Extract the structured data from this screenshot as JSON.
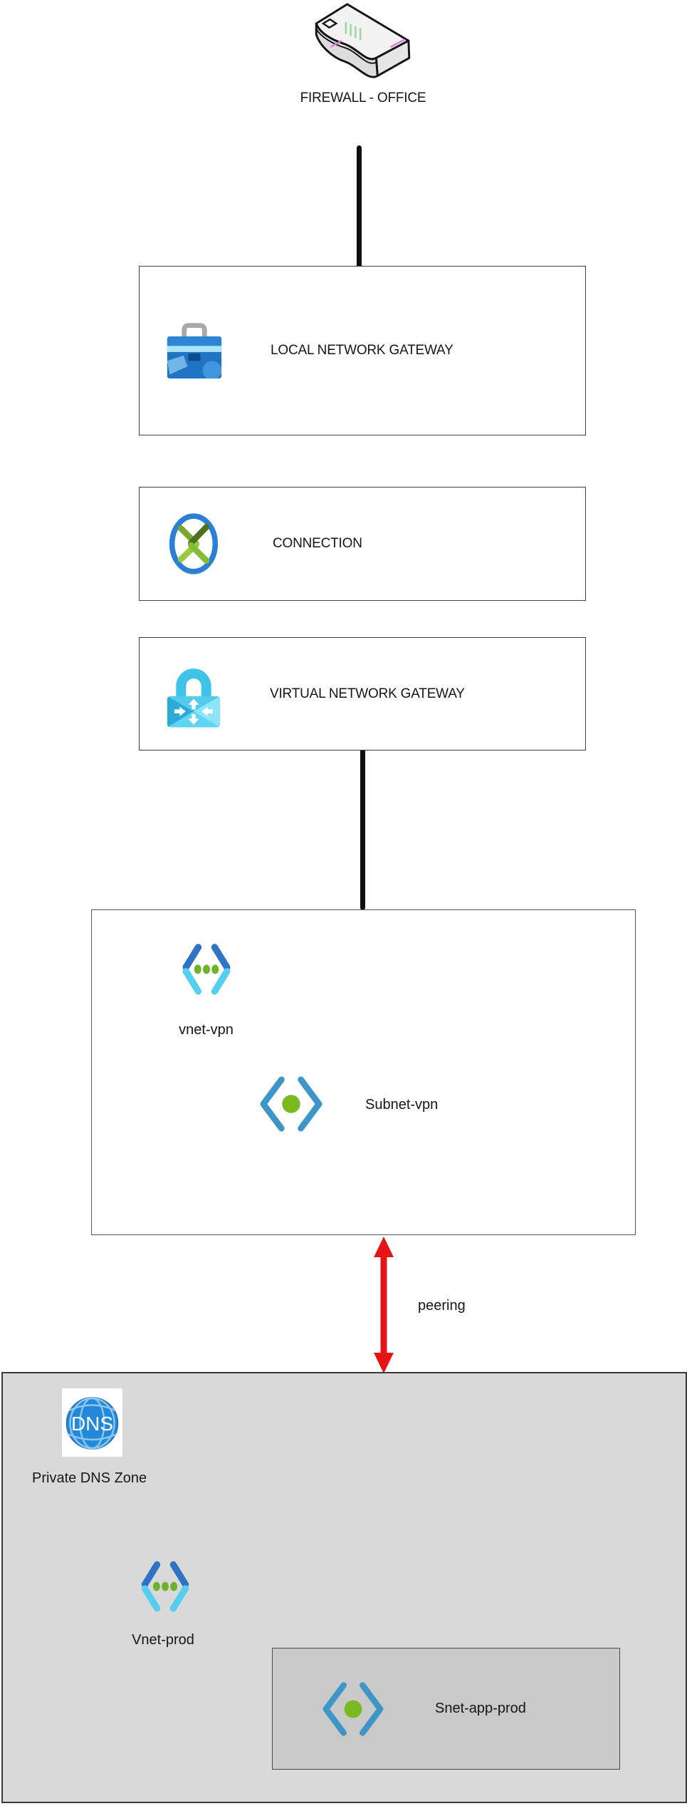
{
  "palette": {
    "canvas_bg": "#ffffff",
    "box_border": "#3f3f3f",
    "zone_fill": "#d9d9d9",
    "subnet_zone_fill": "#c9c9c9",
    "connector_black": "#0f0f0f",
    "peering_red": "#e51515",
    "azure_ring_blue": "#2c7fd6",
    "vnet_dark_blue": "#2e74c4",
    "vnet_light_cyan": "#55cef0",
    "dot_green": "#6fb32a",
    "lock_cyan": "#3fc3e8",
    "dns_globe_blue": "#2488d8",
    "toolbox_blue": "#2173c4"
  },
  "nodes": {
    "firewall": {
      "label": "FIREWALL - OFFICE",
      "icon": "firewall-appliance-icon"
    },
    "local_network_gateway": {
      "label": "LOCAL NETWORK GATEWAY",
      "icon": "toolbox-icon"
    },
    "connection": {
      "label": "CONNECTION",
      "icon": "connection-icon"
    },
    "virtual_network_gateway": {
      "label": "VIRTUAL NETWORK GATEWAY",
      "icon": "lock-gateway-icon"
    },
    "vnet_vpn": {
      "label": "vnet-vpn",
      "icon": "virtual-network-icon"
    },
    "subnet_vpn": {
      "label": "Subnet-vpn",
      "icon": "subnet-icon"
    },
    "private_dns_zone": {
      "label": "Private DNS Zone",
      "icon": "dns-globe-icon",
      "icon_text": "DNS"
    },
    "vnet_prod": {
      "label": "Vnet-prod",
      "icon": "virtual-network-icon"
    },
    "snet_app_prod": {
      "label": "Snet-app-prod",
      "icon": "subnet-icon"
    }
  },
  "edges": {
    "firewall_to_local_network_gateway": {
      "style": "black-line"
    },
    "virtual_network_gateway_to_vnet_vpn": {
      "style": "black-line"
    },
    "peering": {
      "label": "peering",
      "style": "red-double-arrow"
    }
  }
}
